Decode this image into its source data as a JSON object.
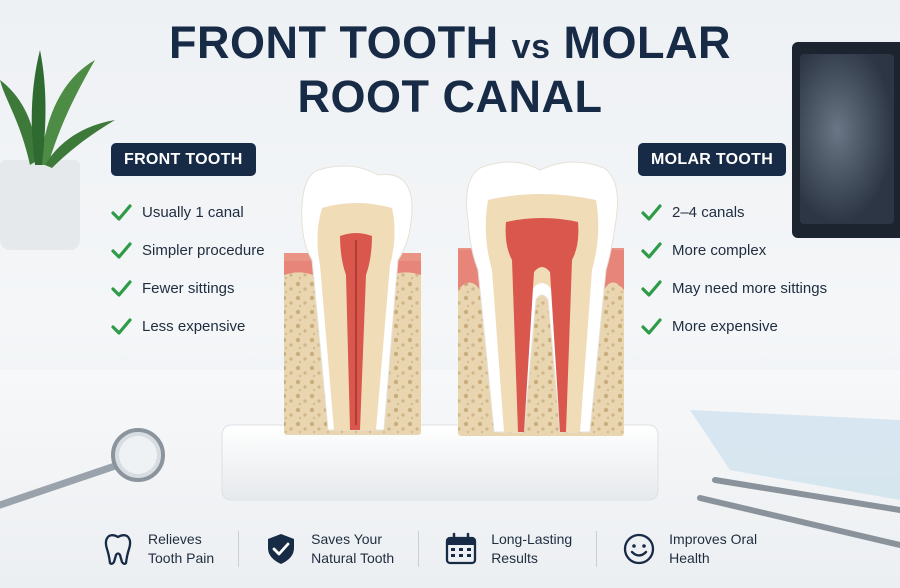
{
  "title": {
    "line1_a": "FRONT TOOTH",
    "line1_vs": "vs",
    "line1_b": "MOLAR",
    "line2": "ROOT CANAL"
  },
  "front": {
    "badge": "FRONT TOOTH",
    "items": [
      "Usually 1 canal",
      "Simpler procedure",
      "Fewer sittings",
      "Less expensive"
    ]
  },
  "molar": {
    "badge": "MOLAR TOOTH",
    "items": [
      "2–4 canals",
      "More complex",
      "May need more sittings",
      "More expensive"
    ]
  },
  "benefits": [
    {
      "icon": "tooth-icon",
      "line1": "Relieves",
      "line2": "Tooth Pain"
    },
    {
      "icon": "shield-check-icon",
      "line1": "Saves Your",
      "line2": "Natural Tooth"
    },
    {
      "icon": "calendar-icon",
      "line1": "Long-Lasting",
      "line2": "Results"
    },
    {
      "icon": "smiley-icon",
      "line1": "Improves Oral",
      "line2": "Health"
    }
  ],
  "colors": {
    "navy": "#172a46",
    "check_green": "#2e9b46",
    "gum_pink": "#e8857a",
    "bone": "#e9d6b0",
    "enamel": "#ffffff",
    "dentin": "#f1dcb8",
    "pulp": "#d9574c"
  }
}
